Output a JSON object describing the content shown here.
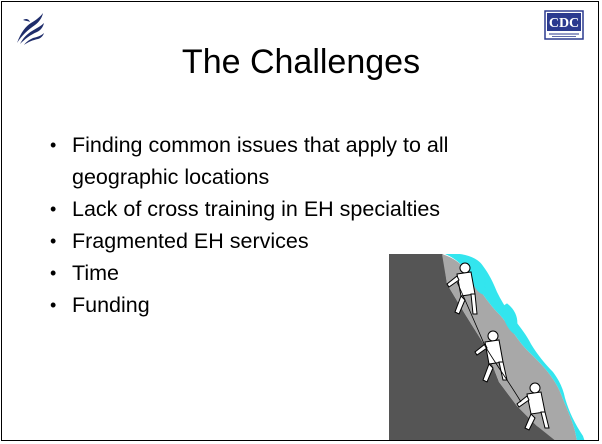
{
  "slide": {
    "title": "The Challenges",
    "bullets": [
      "Finding common issues that apply to all",
      "geographic locations",
      "Lack of cross training in EH specialties",
      "Fragmented EH services",
      "Time",
      "Funding"
    ]
  },
  "logos": {
    "left": "hhs-eagle-logo",
    "right_text": "CDC"
  },
  "illustration": {
    "icon": "mountain-climbers-illustration",
    "colors": {
      "sky": "#33e5ee",
      "rock_dark": "#555555",
      "rock_light": "#a8a8a8"
    }
  },
  "colors": {
    "cdc_blue": "#2b3a8f"
  }
}
